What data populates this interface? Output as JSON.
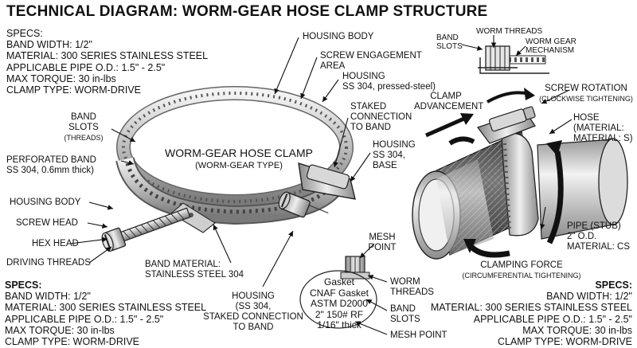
{
  "title": "TECHNICAL DIAGRAM: WORM-GEAR HOSE CLAMP STRUCTURE",
  "specs_top": {
    "lines": [
      "SPECS:",
      "BAND WIDTH: 1/2\"",
      "MATERIAL: 300 SERIES STAINLESS STEEL",
      "APPLICABLE PIPE O.D.: 1.5\" - 2.5\"",
      "MAX TORQUE: 30 in-lbs",
      "CLAMP TYPE: WORM-DRIVE"
    ]
  },
  "specs_bottom_left": {
    "lines": [
      "SPECS:",
      "BAND WIDTH: 1/2\"",
      "MATERIAL: 300 SERIES STAINLESS STEEL",
      "APPLICABLE PIPE O.D.: 1.5\" - 2.5\"",
      "MAX TORQUE: 30 in-lbs",
      "CLAMP TYPE: WORM-DRIVE"
    ]
  },
  "specs_bottom_right": {
    "lines": [
      "SPECS:",
      "BAND WIDTH: 1/2\"",
      "MATERIAL: 300 SERIES STAINLESS STEEL",
      "APPLICABLE PIPE O.D.: 1.5\" - 2.5\"",
      "MAX TORQUE: 30 in-lbs",
      "CLAMP TYPE: WORM-DRIVE"
    ]
  },
  "clamp": {
    "title": "WORM-GEAR HOSE CLAMP",
    "subtitle": "(WORM-GEAR TYPE)"
  },
  "labels": {
    "housing_body_top": "HOUSING BODY",
    "screw_engagement": [
      "SCREW ENGAGEMENT",
      "AREA"
    ],
    "housing_pressed": [
      "HOUSING",
      "SS 304, pressed-steel)"
    ],
    "staked_connection": [
      "STAKED",
      "CONNECTION",
      "TO BAND"
    ],
    "housing_base": [
      "HOUSING",
      "SS 304,",
      "BASE"
    ],
    "band_slots_left": "BAND",
    "band_slots_left_2": "SLOTS",
    "band_slots_left_sub": "(THREADS)",
    "perforated_band": [
      "PERFORATED BAND",
      "SS 304, 0.6mm thick)"
    ],
    "housing_body_left": "HOUSING BODY",
    "screw_head": "SCREW HEAD",
    "hex_head": "HEX HEAD",
    "driving_threads": "DRIVING THREADS",
    "band_material": [
      "BAND MATERIAL:",
      "STAINLESS STEEL 304"
    ],
    "housing_staked": [
      "HOUSING",
      "(SS 304,",
      "STAKED CONNECTION",
      "TO BAND"
    ],
    "mesh_point_top": [
      "MESH",
      "POINT"
    ],
    "worm_threads_bottom": [
      "WORM",
      "THREADS"
    ],
    "band_slots_bottom": [
      "BAND",
      "SLOTS"
    ],
    "mesh_point_bottom": "MESH POINT",
    "inset_band_slots": [
      "BAND",
      "SLOTS"
    ],
    "inset_worm_threads": "WORM THREADS",
    "inset_worm_gear": [
      "WORM GEAR",
      "MECHANISM"
    ],
    "clamp_advancement": [
      "CLAMP",
      "ADVANCEMENT"
    ],
    "screw_rotation": "SCREW ROTATION",
    "screw_rotation_sub": "(CLOCKWISE TIGHTENING)",
    "hose": [
      "HOSE",
      "(MATERIAL:",
      "MATERIAL: S)"
    ],
    "pipe_stub": [
      "PIPE (STUB)",
      "2\" O.D.",
      "MATERIAL: CS"
    ],
    "clamping_force": "CLAMPING FORCE",
    "clamping_force_sub": "(CIRCUMFERENTIAL TIGHTENING)"
  },
  "gasket": {
    "lines": [
      "Gasket",
      "CNAF Gasket",
      "ASTM D2000",
      "2\" 150# RF",
      "1/16\" thick"
    ]
  },
  "icons": [
    "worm-gear-clamp-illustration",
    "hex-screw-illustration",
    "worm-gear-inset-illustration",
    "pipe-hose-assembly-illustration",
    "clamp-advancement-arrow",
    "screw-rotation-arrow",
    "clamping-force-arrow"
  ],
  "colors": {
    "ink": "#111111",
    "steel_light": "#e6e6e6",
    "steel_mid": "#b8b8b8",
    "steel_dark": "#6e6e6e",
    "hose": "#4a4a4a"
  }
}
